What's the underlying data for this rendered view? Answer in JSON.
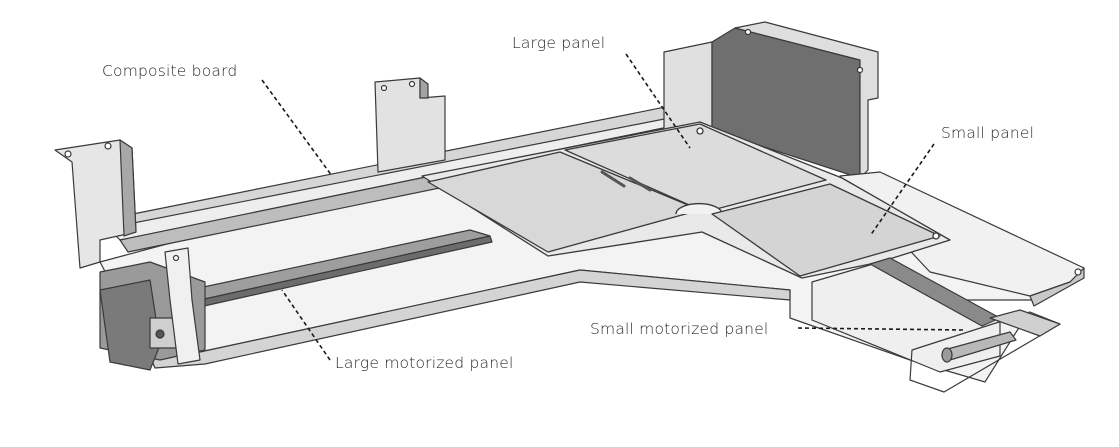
{
  "labels": {
    "composite_board": "Composite board",
    "large_panel": "Large panel",
    "small_panel": "Small panel",
    "small_motorized_panel": "Small motorized panel",
    "large_motorized_panel": "Large motorized panel"
  },
  "colors": {
    "frame_light": "#f4f4f4",
    "frame_mid": "#d9d9d9",
    "frame_dark": "#8c8c8c",
    "wall_dark": "#6e6e6e",
    "panel_fill": "#dcdcdc",
    "outline": "#3a3a3a",
    "leader": "#1a1a1a"
  }
}
